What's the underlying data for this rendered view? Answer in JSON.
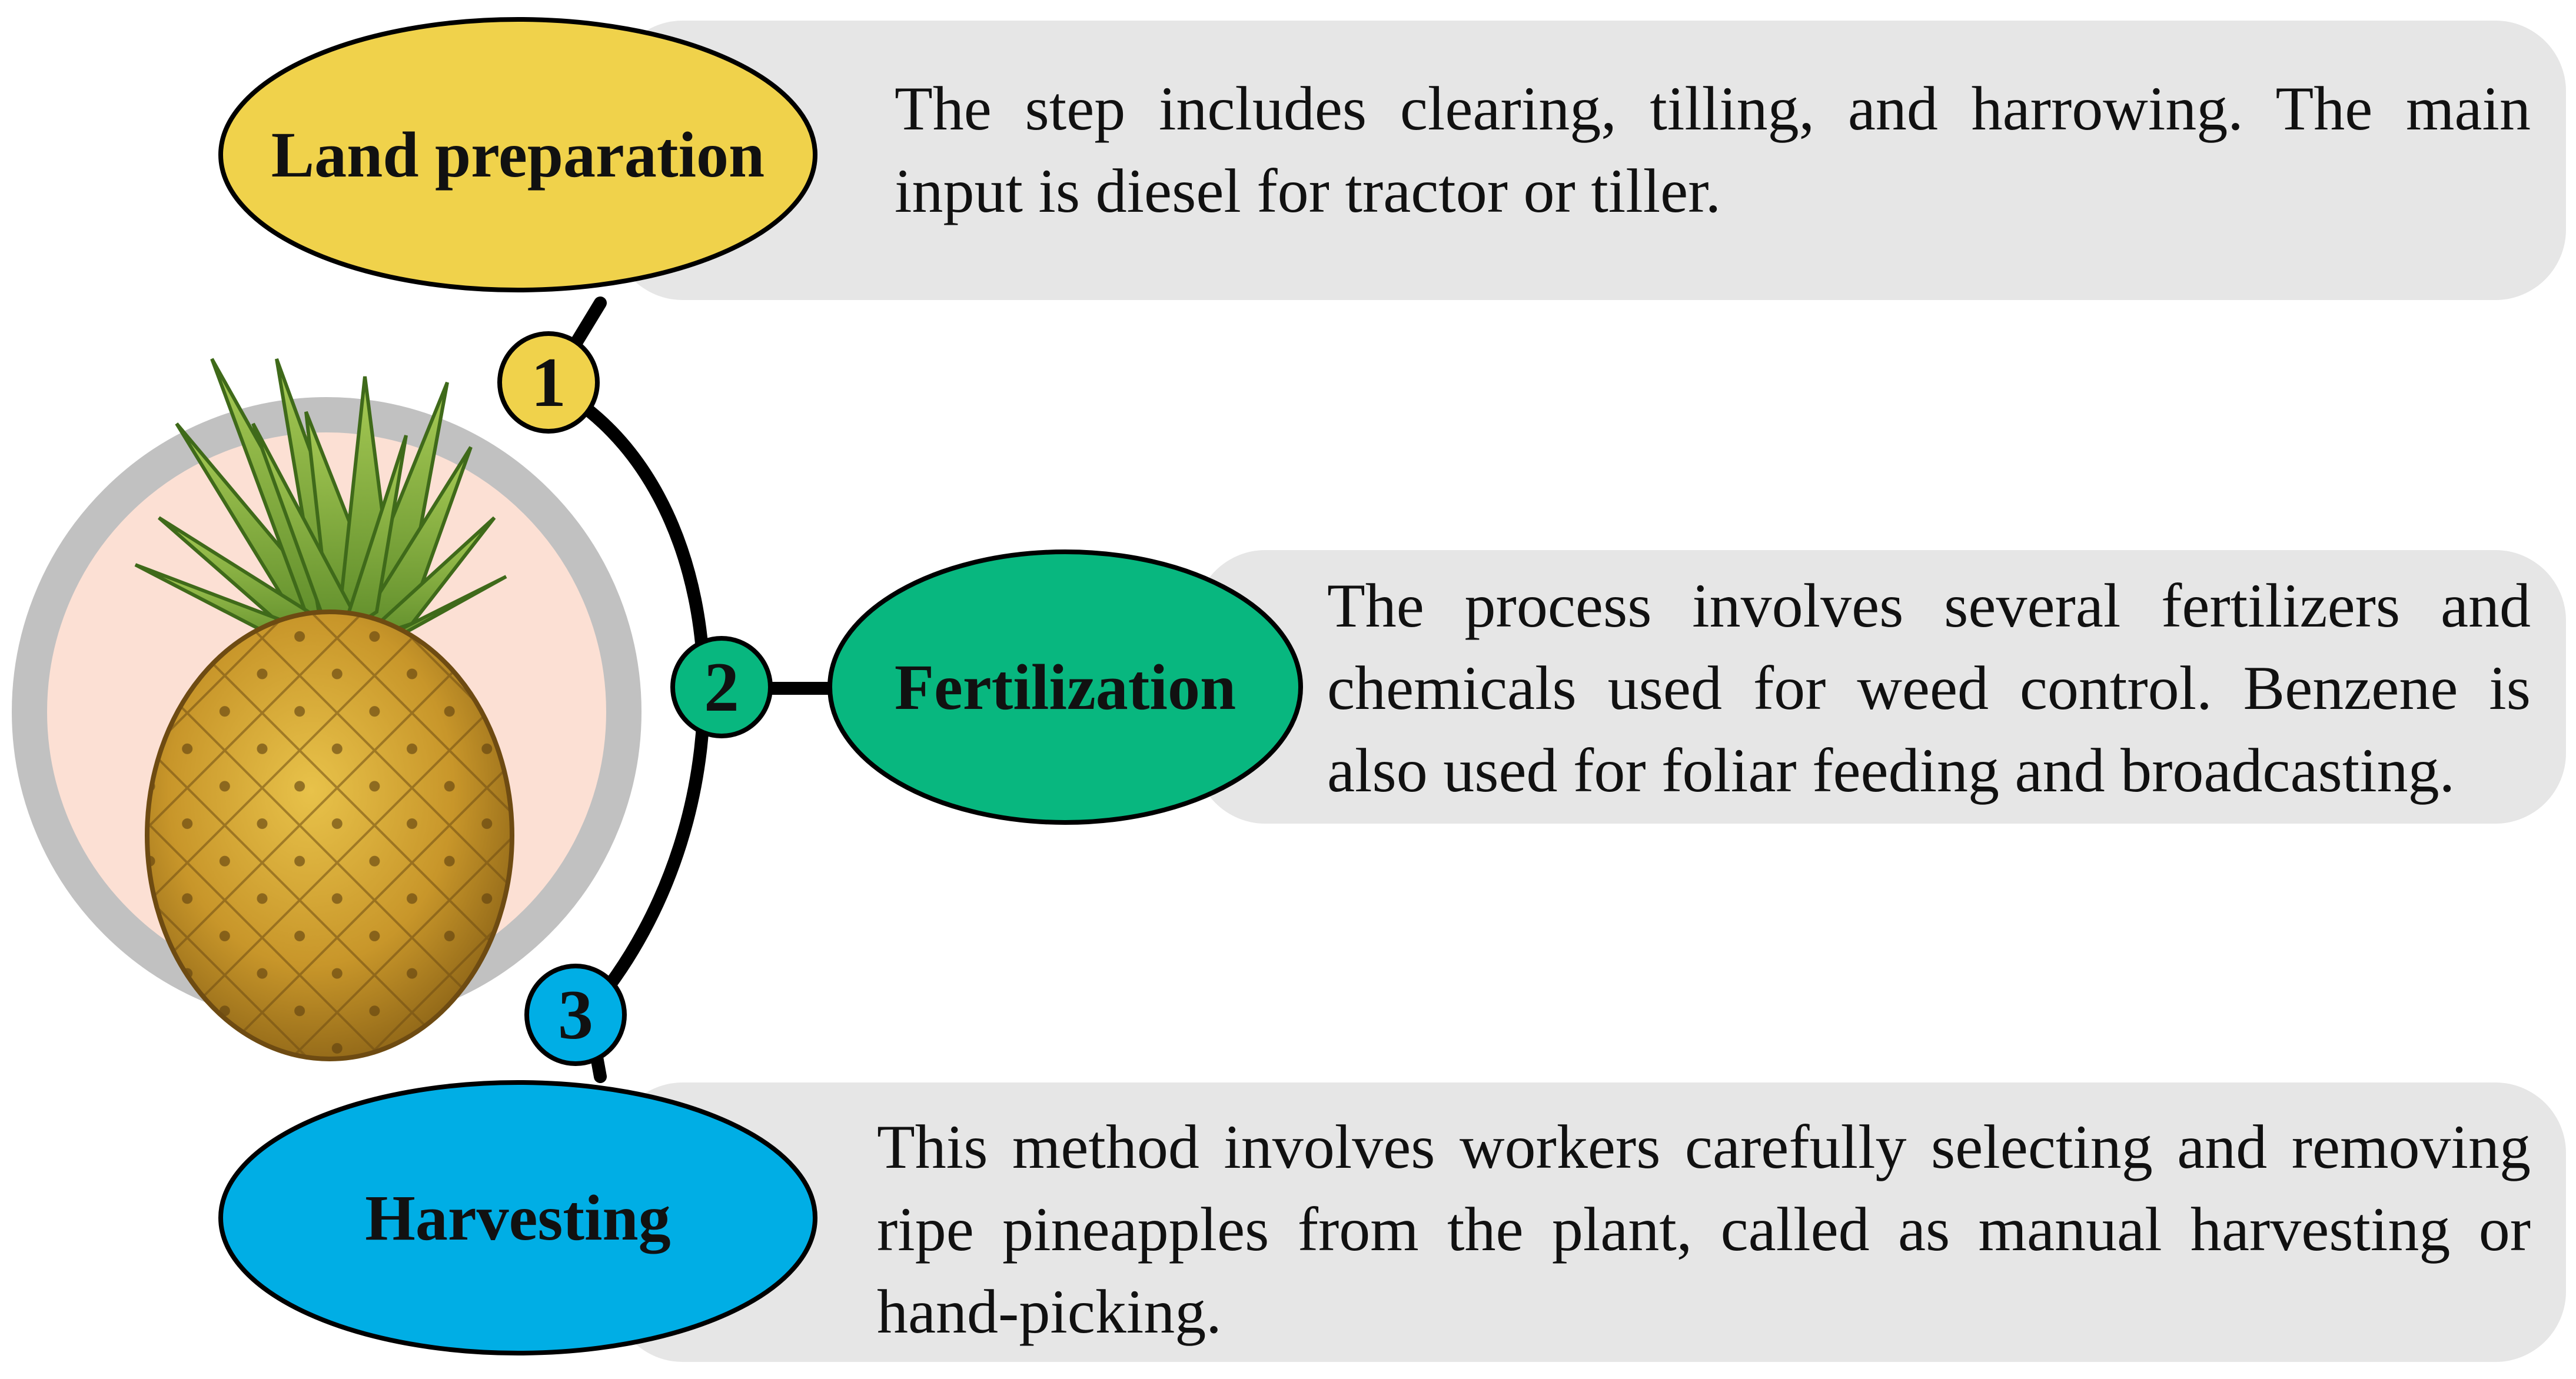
{
  "colors": {
    "step1": "#F0D24B",
    "step2": "#08B77F",
    "step3": "#00AEE5",
    "panel": "#E6E6E6",
    "ring": "#C1C1C1",
    "ring_fill": "#FCE0D4",
    "connector": "#000000"
  },
  "steps": [
    {
      "number": "1",
      "title": "Land preparation",
      "description": "The step includes clearing, tilling, and harrowing. The main input is diesel for tractor or tiller."
    },
    {
      "number": "2",
      "title": "Fertilization",
      "description": "The process involves several fertilizers and chemicals used for weed control. Benzene is also used for foliar feeding and broadcasting."
    },
    {
      "number": "3",
      "title": "Harvesting",
      "description": "This method involves workers carefully selecting and removing ripe pineapples from the plant, called as manual harvesting or hand-picking."
    }
  ],
  "illustration": {
    "subject": "pineapple-icon"
  }
}
